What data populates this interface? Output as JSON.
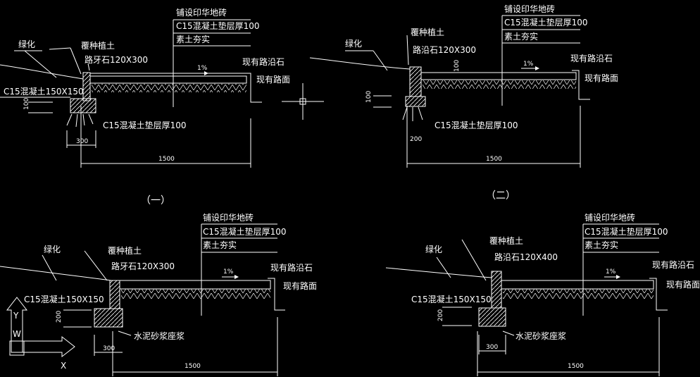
{
  "captions": {
    "first": "（一）",
    "second": "（二）"
  },
  "details": [
    {
      "lbl_paving": "铺设印华地砖",
      "lbl_c15_base": "C15混凝土垫层厚100",
      "lbl_soil": "素土夯实",
      "lbl_green": "绿化",
      "lbl_plant": "覆种植土",
      "lbl_curb": "路牙石120X300",
      "lbl_existing_curb": "现有路沿石",
      "lbl_existing_road": "现有路面",
      "lbl_c15_block": "C15混凝土150X150",
      "lbl_c15_bottom": "C15混凝土垫层厚100",
      "dim_100": "100",
      "dim_300": "300",
      "dim_1500": "1500",
      "slope": "1%"
    },
    {
      "lbl_paving": "铺设印华地砖",
      "lbl_c15_base": "C15混凝土垫层厚100",
      "lbl_soil": "素土夯实",
      "lbl_green": "绿化",
      "lbl_plant": "覆种植土",
      "lbl_curb": "路沿石120X300",
      "lbl_existing_curb": "现有路沿石",
      "lbl_existing_road": "现有路面",
      "lbl_c15_bottom": "C15混凝土垫层厚100",
      "dim_100_a": "100",
      "dim_100_b": "100",
      "dim_200": "200",
      "dim_1500": "1500",
      "slope": "1%"
    },
    {
      "lbl_paving": "铺设印华地砖",
      "lbl_c15_base": "C15混凝土垫层厚100",
      "lbl_soil": "素土夯实",
      "lbl_green": "绿化",
      "lbl_plant": "覆种植土",
      "lbl_curb": "路牙石120X300",
      "lbl_existing_curb": "现有路沿石",
      "lbl_existing_road": "现有路面",
      "lbl_c15_block": "C15混凝土150X150",
      "lbl_mortar": "水泥砂浆座浆",
      "dim_200": "200",
      "dim_300": "300",
      "dim_1500": "1500",
      "slope": "1%"
    },
    {
      "lbl_paving": "铺设印华地砖",
      "lbl_c15_base": "C15混凝土垫层厚100",
      "lbl_soil": "素土夯实",
      "lbl_green": "绿化",
      "lbl_plant": "覆种植土",
      "lbl_curb": "路沿石120X400",
      "lbl_existing_curb": "现有路沿石",
      "lbl_existing_road": "现有路面",
      "lbl_c15_block": "C15混凝土150X150",
      "lbl_mortar": "水泥砂浆座浆",
      "dim_200": "200",
      "dim_300": "300",
      "dim_1500": "1500",
      "slope": "1%"
    }
  ],
  "ucs": {
    "y": "Y",
    "x": "X",
    "w": "W"
  }
}
